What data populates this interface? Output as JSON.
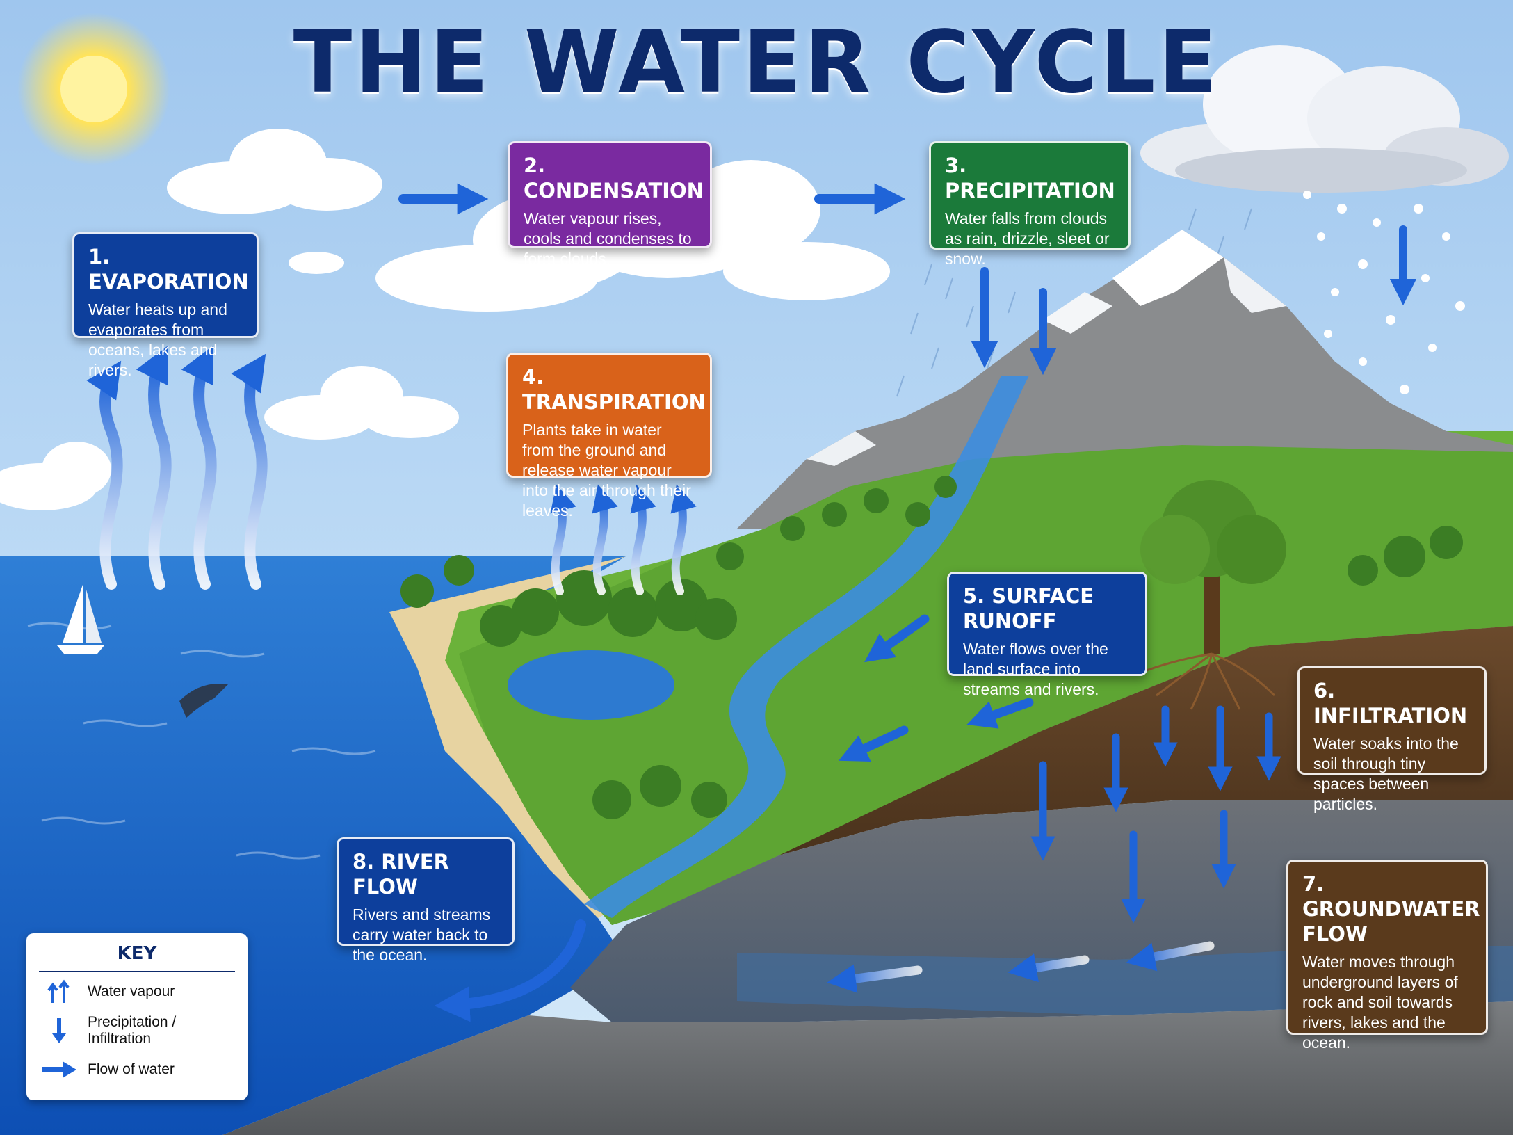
{
  "title": "THE WATER CYCLE",
  "colors": {
    "blue_box": "#0d3f9c",
    "purple_box": "#7a2aa0",
    "green_box": "#1b7a3a",
    "orange_box": "#d9621a",
    "brown_box": "#5a3a1c",
    "flow_arrow": "#1f64d8"
  },
  "stages": [
    {
      "title": "1. EVAPORATION",
      "text": "Water heats up and evaporates from oceans, lakes and rivers."
    },
    {
      "title": "2. CONDENSATION",
      "text": "Water vapour rises, cools and condenses to form clouds."
    },
    {
      "title": "3. PRECIPITATION",
      "text": "Water falls from clouds as rain, drizzle, sleet or snow."
    },
    {
      "title": "4. TRANSPIRATION",
      "text": "Plants take in water from the ground and release water vapour into the air through their leaves."
    },
    {
      "title": "5. SURFACE RUNOFF",
      "text": "Water flows over the land surface into streams and rivers."
    },
    {
      "title": "6. INFILTRATION",
      "text": "Water soaks into the soil through tiny spaces between particles."
    },
    {
      "title": "7. GROUNDWATER FLOW",
      "text": "Water moves through underground layers of rock and soil towards rivers, lakes and the ocean."
    },
    {
      "title": "8. RIVER FLOW",
      "text": "Rivers and streams carry water back to the ocean."
    }
  ],
  "key": {
    "title": "KEY",
    "items": [
      {
        "icon": "water-vapour-arrows-icon",
        "label": "Water vapour"
      },
      {
        "icon": "down-arrow-icon",
        "label": "Precipitation / Infiltration"
      },
      {
        "icon": "right-arrow-icon",
        "label": "Flow of water"
      }
    ]
  }
}
